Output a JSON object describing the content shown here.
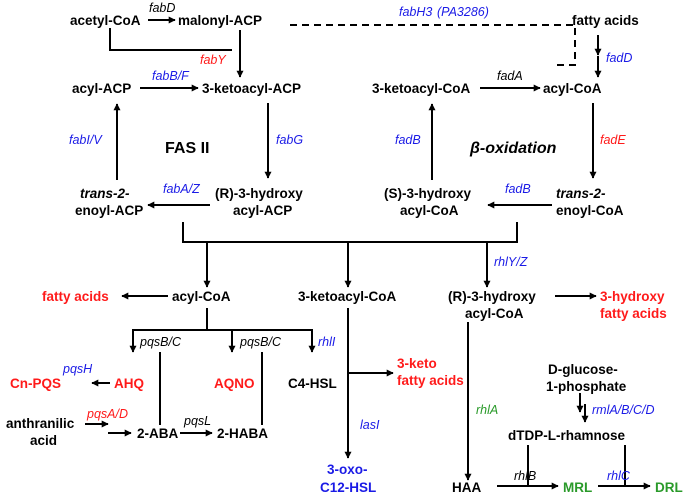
{
  "diagram": {
    "molecules": {
      "acetyl_coa": "acetyl-CoA",
      "malonyl_acp": "malonyl-ACP",
      "fatty_acids_top": "fatty acids",
      "acyl_acp": "acyl-ACP",
      "ketoacyl_acp": "3-ketoacyl-ACP",
      "ketoacyl_coa_top": "3-ketoacyl-CoA",
      "acyl_coa_top": "acyl-CoA",
      "hydroxy_acp_l1": "(R)-3-hydroxy",
      "hydroxy_acp_l2": "acyl-ACP",
      "trans_enoyl_acp_l1": "trans-2-",
      "trans_enoyl_acp_l2": "enoyl-ACP",
      "s_hydroxy_coa_l1": "(S)-3-hydroxy",
      "s_hydroxy_coa_l2": "acyl-CoA",
      "trans_enoyl_coa_l1": "trans-2-",
      "trans_enoyl_coa_l2": "enoyl-CoA",
      "fatty_acids_mid": "fatty acids",
      "acyl_coa_mid": "acyl-CoA",
      "ketoacyl_coa_mid": "3-ketoacyl-CoA",
      "r_hydroxy_coa_l1": "(R)-3-hydroxy",
      "r_hydroxy_coa_l2": "acyl-CoA",
      "hydroxy_fa_l1": "3-hydroxy",
      "hydroxy_fa_l2": "fatty acids",
      "cn_pqs": "Cn-PQS",
      "ahq": "AHQ",
      "aqno": "AQNO",
      "c4_hsl": "C4-HSL",
      "keto_fa_l1": "3-keto",
      "keto_fa_l2": "fatty acids",
      "d_glucose_l1": "D-glucose-",
      "d_glucose_l2": "1-phosphate",
      "anthranilic_l1": "anthranilic",
      "anthranilic_l2": "acid",
      "aba2": "2-ABA",
      "haba2": "2-HABA",
      "dtdp_rhamnose": "dTDP-L-rhamnose",
      "oxo_hsl_l1": "3-oxo-",
      "oxo_hsl_l2": "C12-HSL",
      "haa": "HAA",
      "mrl": "MRL",
      "drl": "DRL"
    },
    "titles": {
      "fas2": "FAS II",
      "beta_oxidation": "β-oxidation"
    },
    "genes": {
      "fabD": "fabD",
      "fabH3": "fabH3",
      "pa3286": "(PA3286)",
      "fabY": "fabY",
      "fadD": "fadD",
      "fabBF": "fabB/F",
      "fadA": "fadA",
      "fabIV": "fabI/V",
      "fabG": "fabG",
      "fadB_left": "fadB",
      "fadE": "fadE",
      "fabAZ": "fabA/Z",
      "fadB_bottom": "fadB",
      "rhlYZ": "rhlY/Z",
      "pqsBC_1": "pqsB/C",
      "pqsBC_2": "pqsB/C",
      "rhlI": "rhlI",
      "pqsH": "pqsH",
      "pqsAD": "pqsA/D",
      "pqsL": "pqsL",
      "lasI": "lasI",
      "rhlA": "rhlA",
      "rmlABCD": "rmlA/B/C/D",
      "rhlB": "rhlB",
      "rhlC": "rhlC"
    },
    "colors": {
      "black": "#000000",
      "blue": "#1a1ae6",
      "red": "#ff1a1a",
      "green": "#2a9a2a"
    }
  }
}
